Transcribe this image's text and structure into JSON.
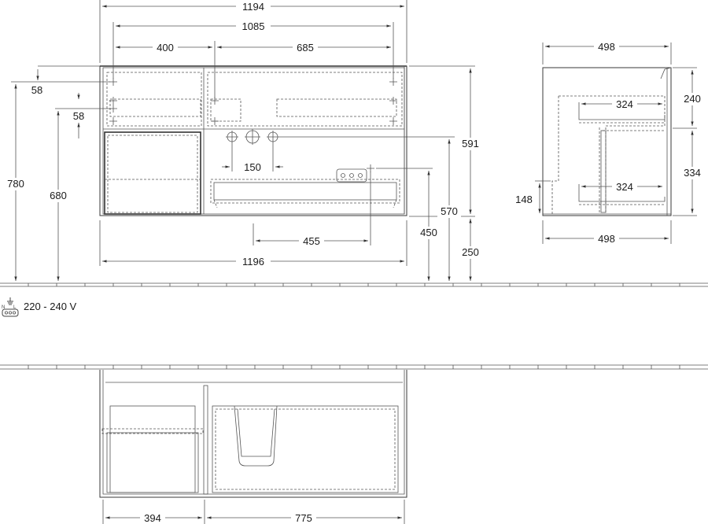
{
  "front_view": {
    "overall_top_width": "1194",
    "inner_top_width": "1085",
    "left_section_width": "400",
    "right_section_width": "685",
    "fixing_offset_top": "58",
    "fixing_offset_second": "58",
    "overall_height_floor": "780",
    "fixing_height_floor": "680",
    "tap_spacing": "150",
    "socket_offset": "455",
    "overall_bottom_width": "1196",
    "body_height": "591",
    "socket_height_right": "570",
    "socket_height_floor": "450",
    "floor_clearance": "250"
  },
  "side_view": {
    "top_depth": "498",
    "bottom_depth": "498",
    "upper_drawer_depth": "324",
    "lower_drawer_depth": "324",
    "upper_height": "240",
    "lower_height": "334",
    "siphon_height": "148"
  },
  "plan_view": {
    "left_drawer_width": "394",
    "right_drawer_width": "775"
  },
  "electrical": {
    "voltage_label": "220 - 240 V",
    "icon": "power-socket-icon"
  }
}
